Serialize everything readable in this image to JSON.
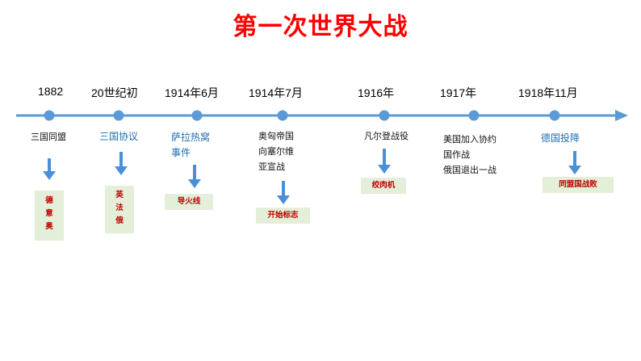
{
  "title": "第一次世界大战",
  "timeline": {
    "years": [
      "1882",
      "20世纪初",
      "1914年6月",
      "1914年7月",
      "1916年",
      "1917年",
      "1918年11月"
    ]
  },
  "events": {
    "e1": {
      "lines": [
        "三国同盟"
      ]
    },
    "e2": {
      "lines": [
        "三国协议"
      ]
    },
    "e3": {
      "lines": [
        "萨拉热窝",
        "事件"
      ]
    },
    "e4": {
      "lines": [
        "奥匈帝国",
        "向塞尔维",
        "亚宣战"
      ]
    },
    "e5": {
      "lines": [
        "凡尔登战役"
      ]
    },
    "e6": {
      "lines": [
        "美国加入协约",
        "国作战",
        "俄国退出一战"
      ]
    },
    "e7": {
      "lines": [
        "德国投降"
      ]
    }
  },
  "boxes": {
    "b1": {
      "lines": [
        "德",
        "意",
        "奥"
      ]
    },
    "b2": {
      "lines": [
        "英",
        "法",
        "俄"
      ]
    },
    "b3": {
      "lines": [
        "导火线"
      ]
    },
    "b4": {
      "lines": [
        "开始标志"
      ]
    },
    "b5": {
      "lines": [
        "绞肉机"
      ]
    },
    "b7": {
      "lines": [
        "同盟国战败"
      ]
    }
  },
  "colors": {
    "title": "#ff0000",
    "timeline": "#5b9bd5",
    "blue_text": "#1f6fb2",
    "box_bg": "#e3efd9",
    "box_text": "#c00000"
  }
}
